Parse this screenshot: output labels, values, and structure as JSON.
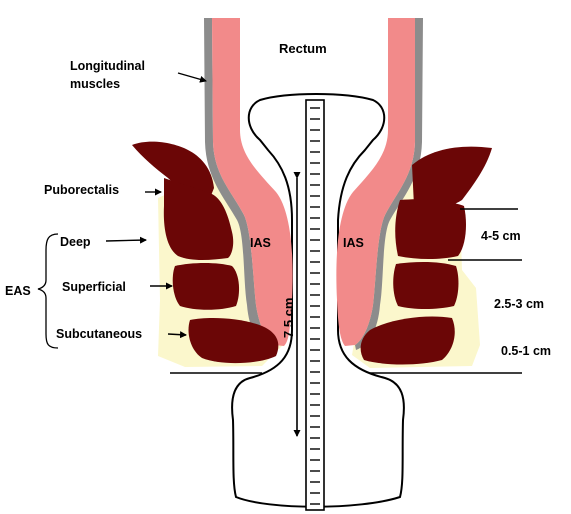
{
  "labels": {
    "title": "Rectum",
    "longitudinal_line1": "Longitudinal",
    "longitudinal_line2": "muscles",
    "puborectalis": "Puborectalis",
    "deep": "Deep",
    "superficial": "Superficial",
    "subcutaneous": "Subcutaneous",
    "eas": "EAS",
    "ias_left": "IAS",
    "ias_right": "IAS",
    "canal_length": "7.5 cm",
    "thickness_deep": "4-5 cm",
    "thickness_superficial": "2.5-3 cm",
    "thickness_subcutaneous": "0.5-1 cm"
  },
  "colors": {
    "external_sphincter": "#6b0606",
    "internal_sphincter": "#f28a8a",
    "longitudinal_muscle": "#8c8c8c",
    "fat": "#fbf7cc",
    "outline": "#000000"
  }
}
